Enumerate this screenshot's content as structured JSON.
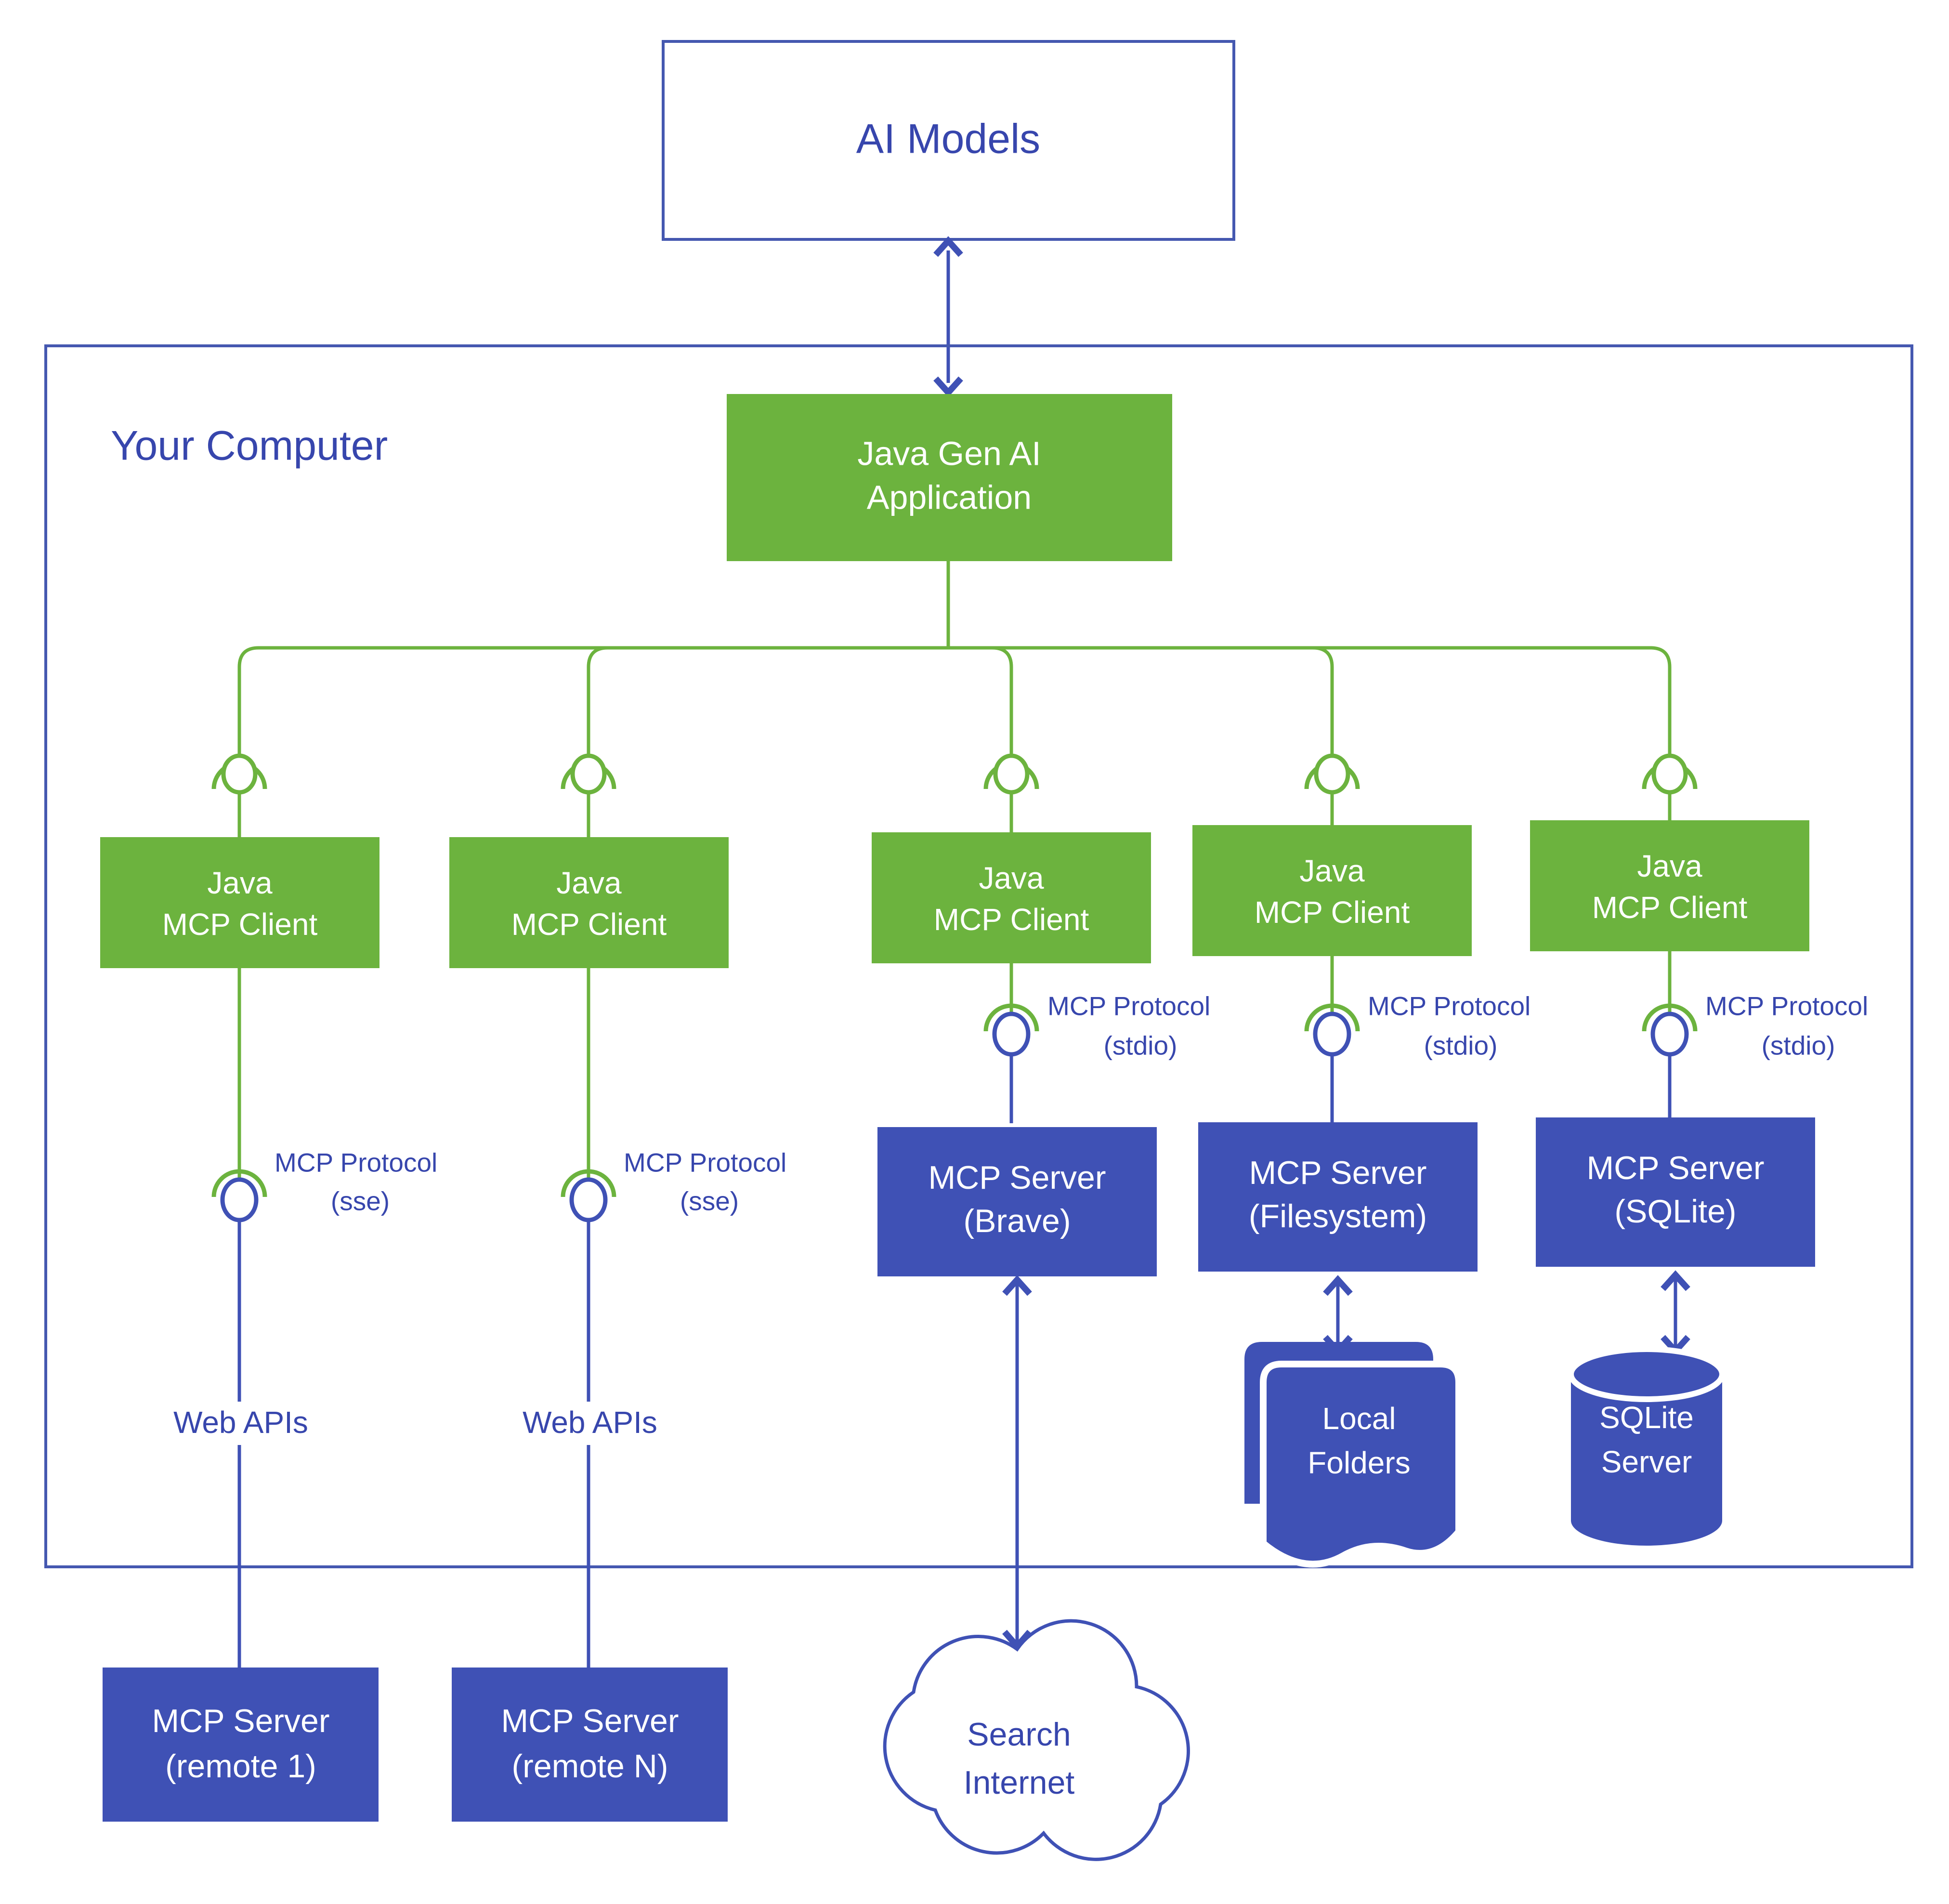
{
  "colors": {
    "blue": "#3f51b5",
    "blue_text": "#3746ad",
    "green": "#6cb33e",
    "green_line": "#6cb33e",
    "white": "#ffffff",
    "outline_blue": "#4558b0",
    "background": "#ffffff"
  },
  "nodes": {
    "ai_models": {
      "label": "AI Models"
    },
    "container": {
      "label": "Your Computer"
    },
    "app": {
      "line1": "Java Gen AI",
      "line2": "Application"
    },
    "clients": [
      {
        "line1": "Java",
        "line2": "MCP Client"
      },
      {
        "line1": "Java",
        "line2": "MCP Client"
      },
      {
        "line1": "Java",
        "line2": "MCP Client"
      },
      {
        "line1": "Java",
        "line2": "MCP Client"
      },
      {
        "line1": "Java",
        "line2": "MCP Client"
      }
    ],
    "servers_local": [
      {
        "line1": "MCP Server",
        "line2": "(Brave)"
      },
      {
        "line1": "MCP Server",
        "line2": "(Filesystem)"
      },
      {
        "line1": "MCP Server",
        "line2": "(SQLite)"
      }
    ],
    "servers_remote": [
      {
        "line1": "MCP Server",
        "line2": "(remote 1)"
      },
      {
        "line1": "MCP Server",
        "line2": "(remote N)"
      }
    ],
    "local_folders": {
      "line1": "Local",
      "line2": "Folders"
    },
    "sqlite_server": {
      "line1": "SQLite",
      "line2": "Server"
    },
    "internet_cloud": {
      "line1": "Search",
      "line2": "Internet"
    }
  },
  "edge_labels": {
    "protocol_sse": [
      {
        "line1": "MCP Protocol",
        "line2": "(sse)"
      },
      {
        "line1": "MCP Protocol",
        "line2": "(sse)"
      }
    ],
    "protocol_stdio": [
      {
        "line1": "MCP Protocol",
        "line2": "(stdio)"
      },
      {
        "line1": "MCP Protocol",
        "line2": "(stdio)"
      },
      {
        "line1": "MCP Protocol",
        "line2": "(stdio)"
      }
    ],
    "web_apis": [
      {
        "text": "Web APIs"
      },
      {
        "text": "Web APIs"
      }
    ]
  },
  "icons": {
    "connector_socket": "plug-socket-icon",
    "arrow_bidirectional": "double-arrow-icon",
    "arrow_single": "arrow-icon",
    "folder_stack": "folder-stack-icon",
    "database_cylinder": "database-cylinder-icon",
    "cloud": "cloud-icon"
  }
}
